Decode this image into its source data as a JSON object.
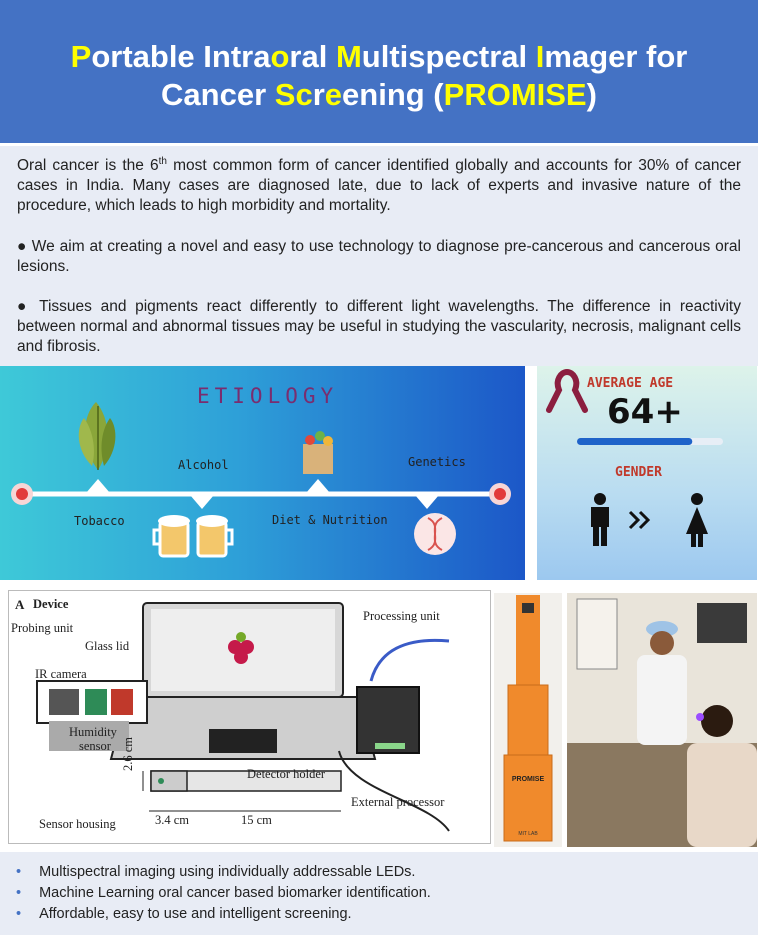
{
  "header": {
    "title_line1": [
      {
        "t": "P",
        "h": true
      },
      {
        "t": "ortable Intra",
        "h": false
      },
      {
        "t": "o",
        "h": true
      },
      {
        "t": "ral ",
        "h": false
      },
      {
        "t": "M",
        "h": true
      },
      {
        "t": "ultispectral ",
        "h": false
      },
      {
        "t": "I",
        "h": true
      },
      {
        "t": "mager for",
        "h": false
      }
    ],
    "title_line2": [
      {
        "t": "Cancer ",
        "h": false
      },
      {
        "t": "Sc",
        "h": true
      },
      {
        "t": "r",
        "h": false
      },
      {
        "t": "e",
        "h": true
      },
      {
        "t": "ening (",
        "h": false
      },
      {
        "t": "PROMISE",
        "h": true
      },
      {
        "t": ")",
        "h": false
      }
    ]
  },
  "intro": {
    "p1_a": "Oral cancer is the 6",
    "p1_sup": "th",
    "p1_b": " most common form of cancer identified globally and accounts for 30% of cancer cases in India. Many cases are diagnosed late, due to lack of experts and invasive nature of the procedure, which leads to high morbidity and mortality.",
    "p2": "● We aim at creating a novel and easy to use technology to diagnose pre-cancerous and cancerous oral lesions.",
    "p3": "● Tissues and pigments react differently to different light wavelengths. The difference in reactivity between normal and abnormal tissues may be useful in studying the vascularity, necrosis, malignant cells and fibrosis."
  },
  "etiology": {
    "title": "ETIOLOGY",
    "tobacco": "Tobacco",
    "alcohol": "Alcohol",
    "diet": "Diet & Nutrition",
    "genetics": "Genetics"
  },
  "stats": {
    "age_label": "AVERAGE AGE",
    "age_value": "64+",
    "age_bar_fraction": 0.79,
    "gender_label": "GENDER",
    "colors": {
      "heading": "#c0392b",
      "bar": "#1f63c9",
      "ribbon": "#8b1e3f"
    }
  },
  "device": {
    "panel_label": "A",
    "panel_title": "Device",
    "probing_unit": "Probing unit",
    "glass_lid": "Glass lid",
    "ir_camera": "IR camera",
    "humidity_sensor_1": "Humidity",
    "humidity_sensor_2": "sensor",
    "processing_unit": "Processing unit",
    "detector_holder": "Detector holder",
    "external_processor": "External processor",
    "sensor_housing": "Sensor housing",
    "dim_height": "2.6 cm",
    "dim_width": "3.4 cm",
    "dim_length": "15 cm"
  },
  "photo": {
    "device_label": "PROMISE",
    "device_sublabel": "MIT LAB",
    "device_color": "#f08a2c"
  },
  "footer": {
    "bullets": [
      "Multispectral imaging using individually addressable LEDs.",
      "Machine Learning oral cancer based biomarker identification.",
      "Affordable, easy to use and intelligent screening."
    ]
  }
}
